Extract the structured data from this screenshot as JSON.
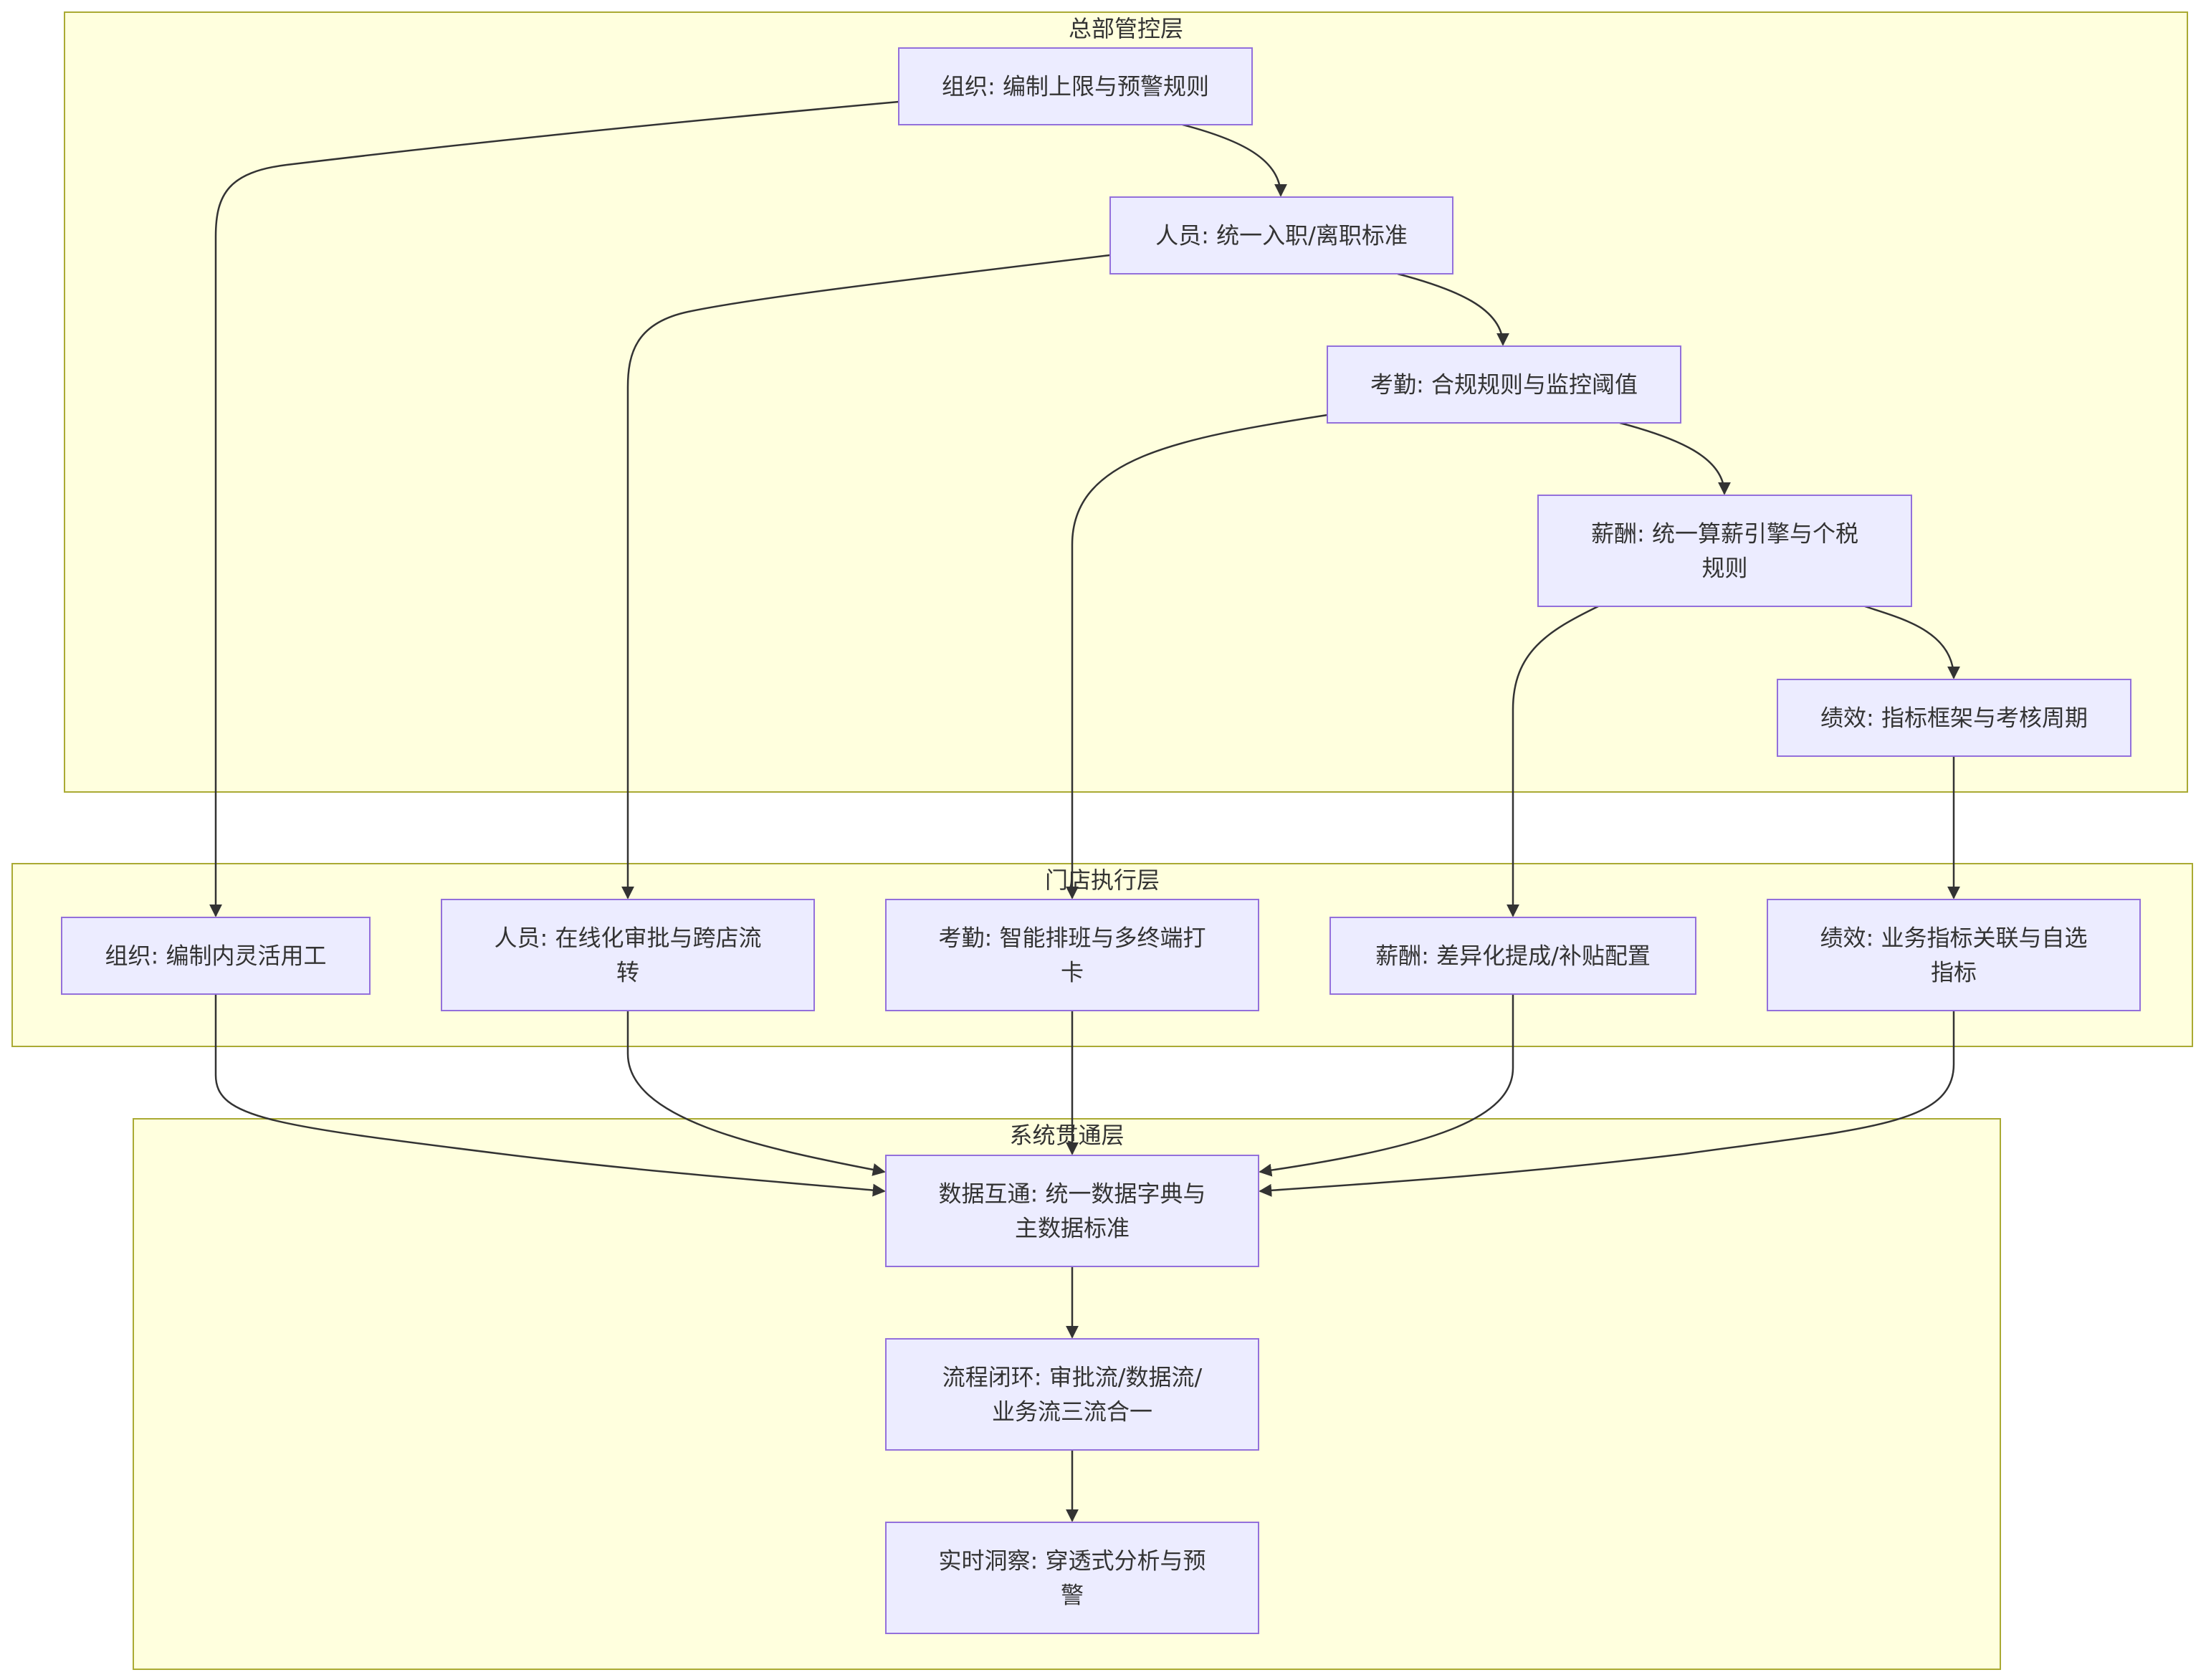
{
  "clusters": [
    {
      "id": "hq",
      "label": "总部管控层"
    },
    {
      "id": "store",
      "label": "门店执行层"
    },
    {
      "id": "system",
      "label": "系统贯通层"
    }
  ],
  "nodes": [
    {
      "id": "hq_org",
      "lines": [
        "组织: 编制上限与预警规则"
      ]
    },
    {
      "id": "hq_staff",
      "lines": [
        "人员: 统一入职/离职标准"
      ]
    },
    {
      "id": "hq_att",
      "lines": [
        "考勤: 合规规则与监控阈值"
      ]
    },
    {
      "id": "hq_pay",
      "lines": [
        "薪酬: 统一算薪引擎与个税",
        "规则"
      ]
    },
    {
      "id": "hq_perf",
      "lines": [
        "绩效: 指标框架与考核周期"
      ]
    },
    {
      "id": "st_org",
      "lines": [
        "组织: 编制内灵活用工"
      ]
    },
    {
      "id": "st_staff",
      "lines": [
        "人员: 在线化审批与跨店流",
        "转"
      ]
    },
    {
      "id": "st_att",
      "lines": [
        "考勤: 智能排班与多终端打",
        "卡"
      ]
    },
    {
      "id": "st_pay",
      "lines": [
        "薪酬: 差异化提成/补贴配置"
      ]
    },
    {
      "id": "st_perf",
      "lines": [
        "绩效: 业务指标关联与自选",
        "指标"
      ]
    },
    {
      "id": "sys_data",
      "lines": [
        "数据互通: 统一数据字典与",
        "主数据标准"
      ]
    },
    {
      "id": "sys_flow",
      "lines": [
        "流程闭环: 审批流/数据流/",
        "业务流三流合一"
      ]
    },
    {
      "id": "sys_insight",
      "lines": [
        "实时洞察: 穿透式分析与预",
        "警"
      ]
    }
  ],
  "edges": [
    {
      "from": "hq_org",
      "to": "hq_staff"
    },
    {
      "from": "hq_staff",
      "to": "hq_att"
    },
    {
      "from": "hq_att",
      "to": "hq_pay"
    },
    {
      "from": "hq_pay",
      "to": "hq_perf"
    },
    {
      "from": "hq_org",
      "to": "st_org"
    },
    {
      "from": "hq_staff",
      "to": "st_staff"
    },
    {
      "from": "hq_att",
      "to": "st_att"
    },
    {
      "from": "hq_pay",
      "to": "st_pay"
    },
    {
      "from": "hq_perf",
      "to": "st_perf"
    },
    {
      "from": "st_org",
      "to": "sys_data"
    },
    {
      "from": "st_staff",
      "to": "sys_data"
    },
    {
      "from": "st_att",
      "to": "sys_data"
    },
    {
      "from": "st_pay",
      "to": "sys_data"
    },
    {
      "from": "st_perf",
      "to": "sys_data"
    },
    {
      "from": "sys_data",
      "to": "sys_flow"
    },
    {
      "from": "sys_flow",
      "to": "sys_insight"
    }
  ]
}
